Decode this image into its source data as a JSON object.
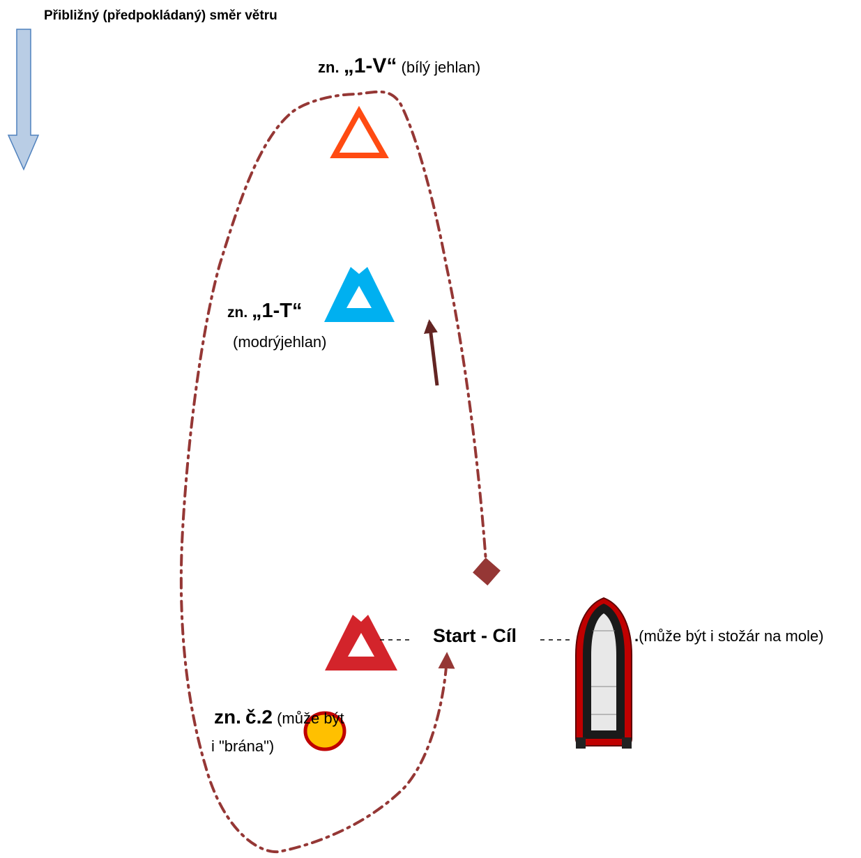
{
  "wind": {
    "title": "Přibližný (předpokládaný) směr větru",
    "arrow_fill": "#b9cde5",
    "arrow_stroke": "#4f81bd"
  },
  "mark_1v": {
    "prefix": "zn.",
    "code": "„1-V“",
    "desc": "(bílý jehlan)",
    "color": "#ff4b12"
  },
  "mark_1t": {
    "prefix": "zn.",
    "code": "„1-T“",
    "desc": "(modrýjehlan)",
    "color": "#00b0f0"
  },
  "start": {
    "label": "Start - Cíl",
    "mark_color": "#d3242b",
    "note_dot": ".",
    "note": "(může být i stožár na mole)"
  },
  "mark_2": {
    "prefix": "zn.",
    "code": "č.2",
    "desc_line1": "(může být",
    "desc_line2": "i \"brána\")",
    "fill": "#ffc000",
    "stroke": "#c00000"
  },
  "course": {
    "color": "#953735",
    "arrow_color": "#632523"
  },
  "boat": {
    "hull_color": "#c00000",
    "tube_color": "#1a1a1a",
    "floor_color": "#e8e8e8"
  }
}
